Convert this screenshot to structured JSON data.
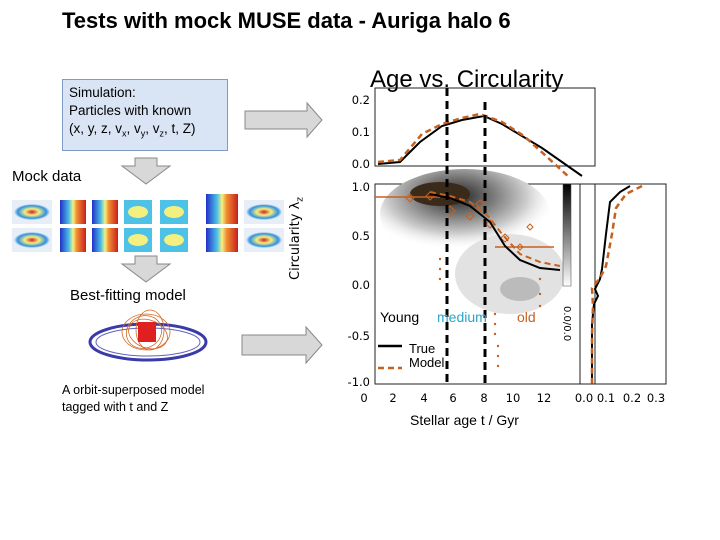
{
  "title": "Tests with mock MUSE data - Auriga halo 6",
  "simulation_box": {
    "line1": "Simulation:",
    "line2": "Particles with known",
    "line3": "(x, y, z, v",
    "sub1": "x",
    "sep1": ", v",
    "sub2": "y",
    "sep2": ", v",
    "sub3": "z",
    "tail": ", t, Z)"
  },
  "mock_data_label": "Mock data",
  "best_fit_label": "Best-fitting model",
  "orbit_label": {
    "line1": "A orbit-superposed model",
    "line2": "tagged with t and Z"
  },
  "plot": {
    "title": "Age vs. Circularity",
    "ylabel_main": "Circularity ",
    "ylabel_symbol": "λ",
    "ylabel_sub": "z",
    "xlabel": "Stellar age t / Gyr",
    "top_ticks": [
      "0.2",
      "0.1",
      "0.0"
    ],
    "left_ticks": [
      "1.0",
      "0.5",
      "0.0",
      "-0.5",
      "-1.0"
    ],
    "bottom_ticks": [
      "0",
      "2",
      "4",
      "6",
      "8",
      "10",
      "12"
    ],
    "right_ticks": [
      "0.0",
      "0.1",
      "0.2",
      "0.3"
    ],
    "colorbar_label": "0.0/0.0",
    "legend": {
      "young": "Young",
      "medium": "medium",
      "old": "old",
      "true": "True",
      "model": "Model"
    }
  },
  "colors": {
    "arrow_fill": "#d8d8d8",
    "box_fill": "#d9e5f4",
    "model_line": "#c8601e",
    "medium": "#2aa6c8",
    "old": "#c8601e"
  },
  "icons": [
    "arrow-right-icon",
    "arrow-down-icon"
  ]
}
